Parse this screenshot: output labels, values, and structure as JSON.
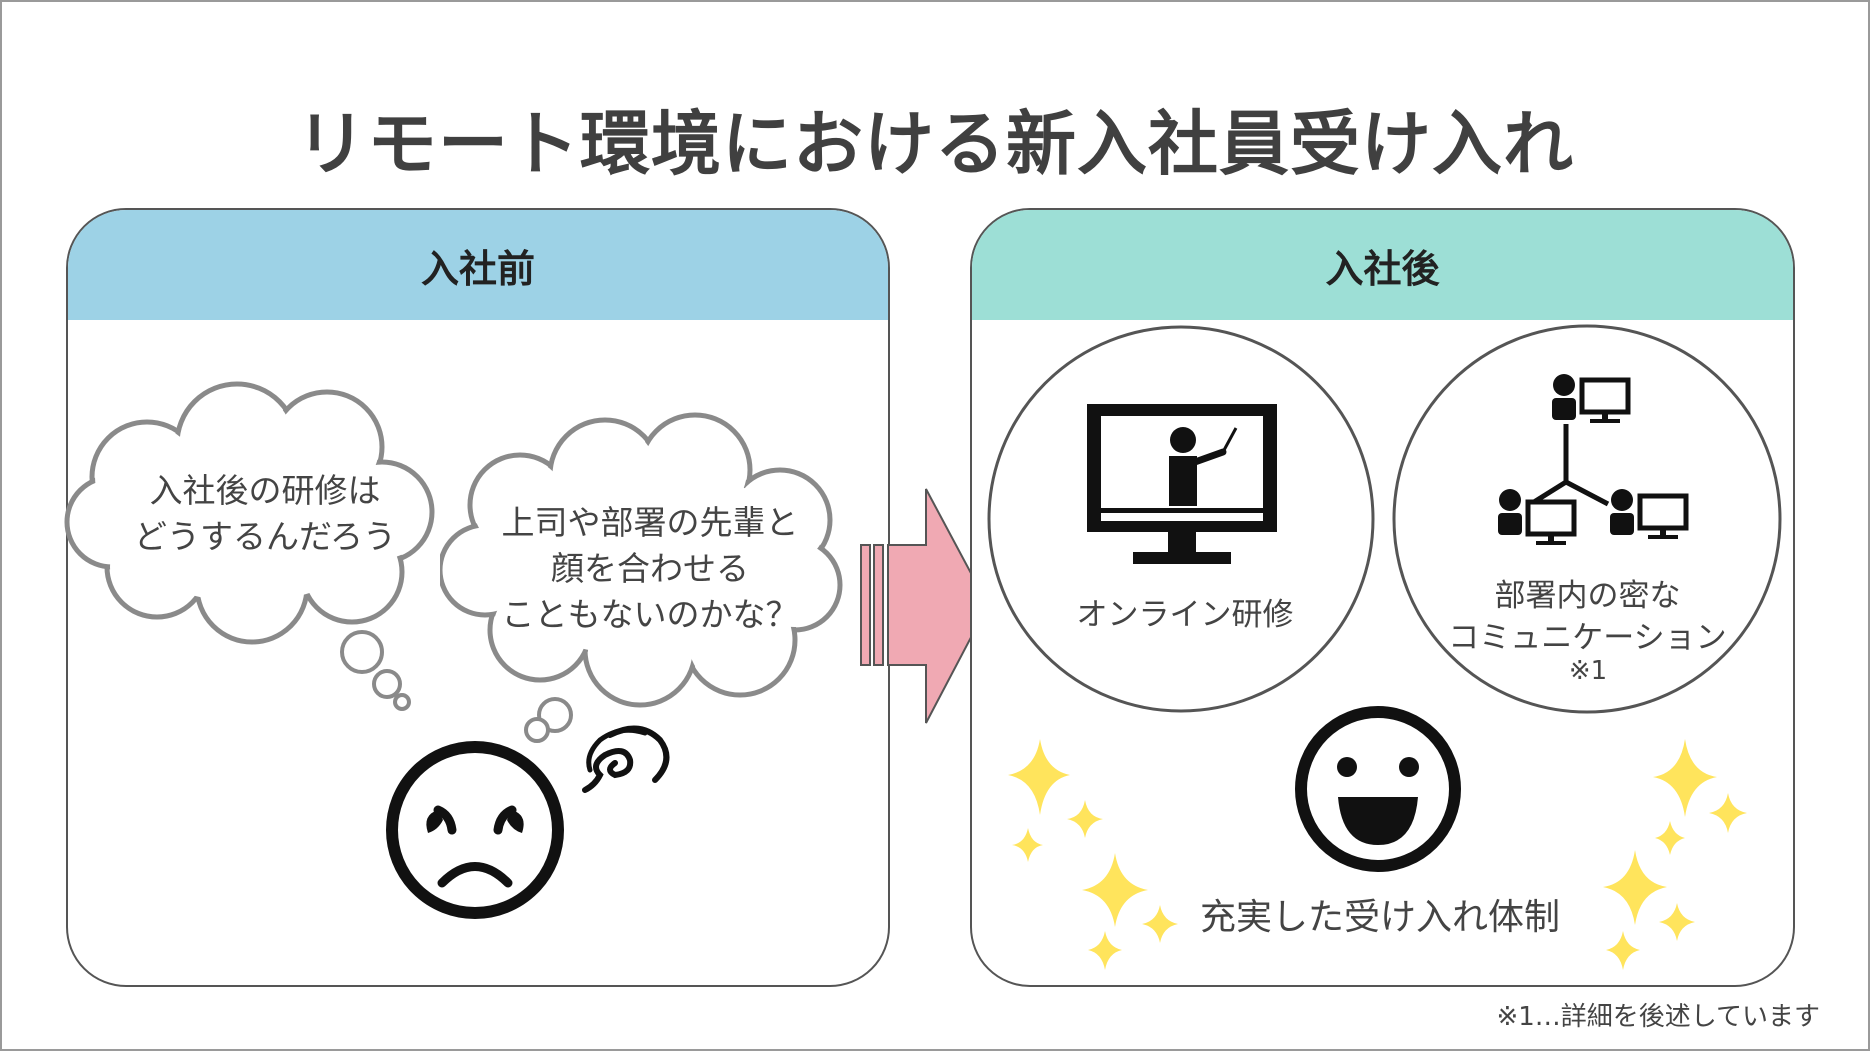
{
  "title": "リモート環境における新入社員受け入れ",
  "before": {
    "header": "入社前",
    "thought1": [
      "入社後の研修は",
      "どうするんだろう"
    ],
    "thought2": [
      "上司や部署の先輩と",
      "顔を合わせる",
      "こともないのかな？"
    ]
  },
  "after": {
    "header": "入社後",
    "training_label": "オンライン研修",
    "communication_label": [
      "部署内の密な",
      "コミュニケーション"
    ],
    "communication_mark": "※1",
    "result_label": "充実した受け入れ体制"
  },
  "footnote": "※1…詳細を後述しています",
  "colors": {
    "before_header": "#9dd2e6",
    "after_header": "#9ddfd6",
    "arrow": "#f0a9b3",
    "sparkle": "#ffe45c"
  },
  "icons": [
    "sad-face-icon",
    "swirl-icon",
    "online-training-icon",
    "network-icon",
    "happy-face-icon",
    "sparkle-icon"
  ]
}
